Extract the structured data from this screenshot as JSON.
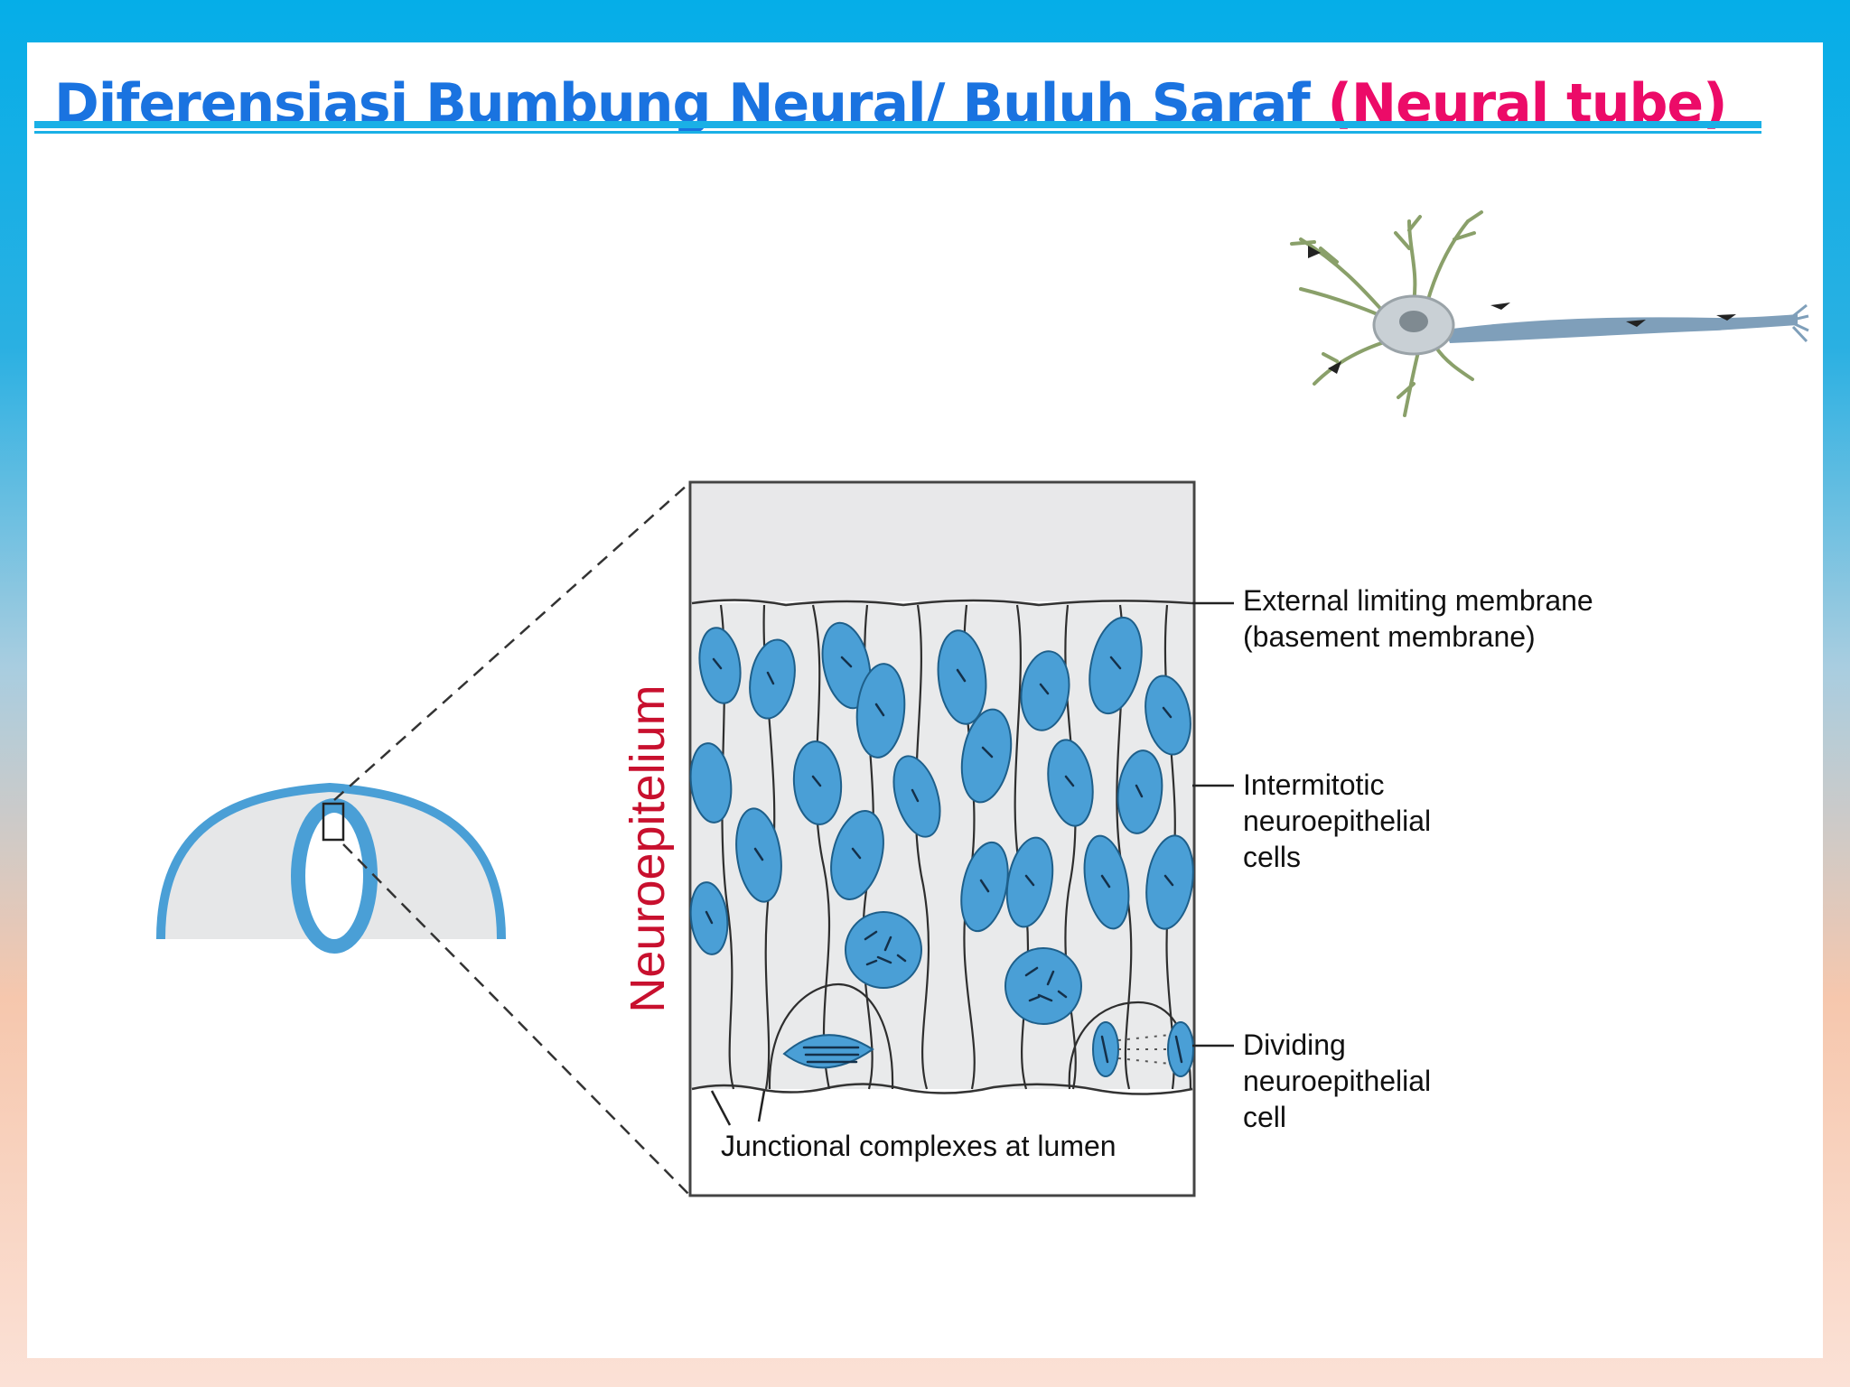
{
  "slide": {
    "title": "Diferensiasi Bumbung Neural/ Buluh Saraf",
    "title_accent": "(Neural tube)",
    "colors": {
      "title": "#1a73e0",
      "title_accent": "#ec0b68",
      "rule": "#1ab0e6",
      "nucleus": "#4a9fd6",
      "vertical_label": "#c8102e"
    }
  },
  "diagram": {
    "vertical_label": "Neuroepitelium",
    "bottom_label": "Junctional complexes at lumen",
    "labels": {
      "external_limiting": [
        "External limiting membrane",
        "(basement membrane)"
      ],
      "intermitotic": [
        "Intermitotic",
        "neuroepithelial",
        "cells"
      ],
      "dividing": [
        "Dividing",
        "neuroepithelial",
        "cell"
      ]
    }
  }
}
